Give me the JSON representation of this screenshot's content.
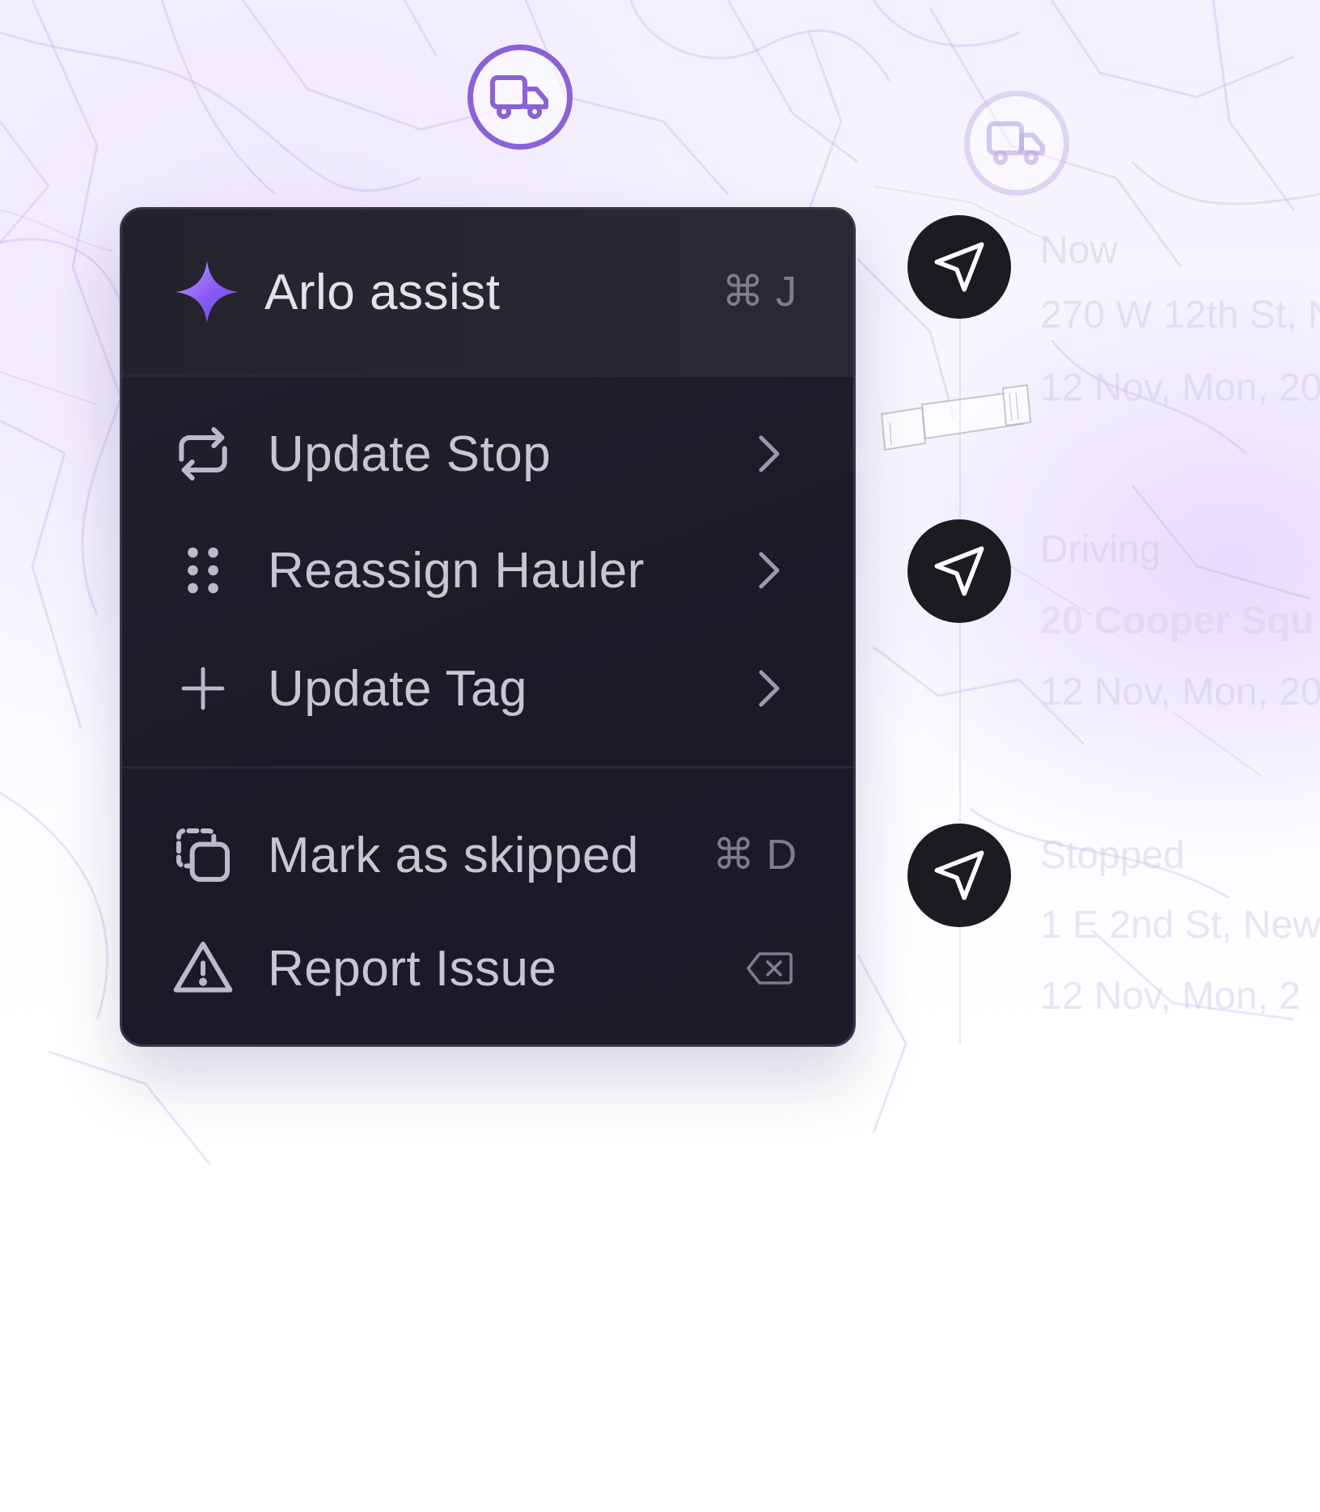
{
  "menu": {
    "assist": {
      "label": "Arlo assist",
      "shortcut": "⌘ J",
      "icon": "sparkle-icon"
    },
    "items": [
      {
        "label": "Update Stop",
        "icon": "refresh-icon",
        "has_submenu": true
      },
      {
        "label": "Reassign Hauler",
        "icon": "drag-handle-icon",
        "has_submenu": true
      },
      {
        "label": "Update Tag",
        "icon": "plus-icon",
        "has_submenu": true
      }
    ],
    "actions": [
      {
        "label": "Mark as skipped",
        "shortcut": "⌘ D",
        "icon": "skip-copy-icon"
      },
      {
        "label": "Report Issue",
        "shortcut_icon": "backspace-icon",
        "icon": "warning-icon"
      }
    ]
  },
  "timeline": {
    "stops": [
      {
        "status": "Now",
        "address": "270 W 12th St, N",
        "date": "12 Nov, Mon, 20"
      },
      {
        "status": "Driving",
        "address": "20 Cooper Squ",
        "date": "12 Nov, Mon, 20"
      },
      {
        "status": "Stopped",
        "address": "1 E 2nd St, New",
        "date": "12 Nov, Mon, 2"
      }
    ]
  },
  "colors": {
    "accent": "#8a62d6",
    "menu_bg": "#1d1b28",
    "menu_text": "#c9c6d4",
    "nav_dot": "#1c1b22"
  }
}
